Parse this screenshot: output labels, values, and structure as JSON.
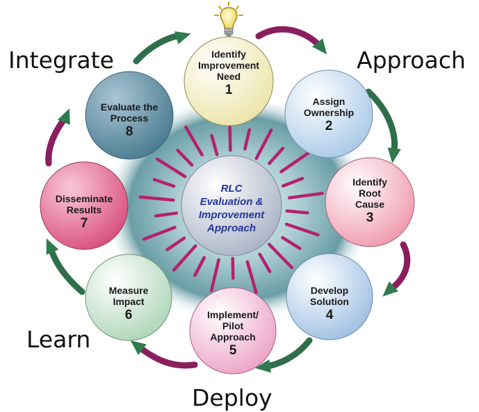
{
  "phases": {
    "integrate": "Integrate",
    "approach": "Approach",
    "learn": "Learn",
    "deploy": "Deploy"
  },
  "center": [
    "RLC",
    "Evaluation &",
    "Improvement",
    "Approach"
  ],
  "steps": [
    {
      "lines": [
        "Identify",
        "Improvement",
        "Need"
      ],
      "number": "1"
    },
    {
      "lines": [
        "Assign",
        "Ownership"
      ],
      "number": "2"
    },
    {
      "lines": [
        "Identify",
        "Root",
        "Cause"
      ],
      "number": "3"
    },
    {
      "lines": [
        "Develop",
        "Solution"
      ],
      "number": "4"
    },
    {
      "lines": [
        "Implement/",
        "Pilot",
        "Approach"
      ],
      "number": "5"
    },
    {
      "lines": [
        "Measure",
        "Impact"
      ],
      "number": "6"
    },
    {
      "lines": [
        "Disseminate",
        "Results"
      ],
      "number": "7"
    },
    {
      "lines": [
        "Evaluate the",
        "Process"
      ],
      "number": "8"
    }
  ],
  "colors": {
    "step1": "#f7f2c8",
    "step2": "#c6dcf0",
    "step3": "#f7c6cf",
    "step4": "#c2d7ee",
    "step5": "#f4c2da",
    "step6": "#cfe6d4",
    "step7": "#ec86a6",
    "step8": "#6f99ad",
    "center": "#d6dbe6",
    "arrow_start": "#9c1c6a",
    "arrow_end": "#2f7b4e",
    "burst": "#b5206f",
    "background_blob": "#3f7f8a"
  },
  "icons": [
    "lightbulb-icon"
  ]
}
